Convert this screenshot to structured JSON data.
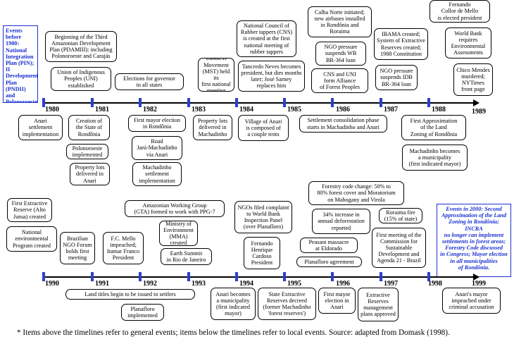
{
  "legend_boxes": {
    "before1980": "Events\nbefore\n1980:\nNational\nIntegration\nPlan (PIN); II\nDevelopment\nPlan (PNDII)\nand\nPolonoroeste",
    "in2000": "Events in 2000:  Second\nApproximation of the Land\nZoning in Rondônia;  INCRA\nno longer can implement\nsettlements in forest areas;\nForestry Code discussed\nin Congress; Mayor election\nin all municipalities\nof Rondônia."
  },
  "timeline1": {
    "years": [
      "1980",
      "1981",
      "1982",
      "1983",
      "1984",
      "1985",
      "1986",
      "1987",
      "1988",
      "1989"
    ],
    "above": [
      "Beginning of the Third\nAmazonian Development\nPlan (PDAMIII): including\nPolonoroeste and Carajás",
      "Union of Indigenous\nPeoples (UNI)\nestablished",
      "Elections for governor\nin all states",
      "Landless\nMovement\n(MST) held its\nfirst national\nmeeting",
      "National Council of\nRubber tappers (CNS)\nis created at the first\nnational meeting of\nrubber tappers",
      "Tancredo Neves becomes\npresident, but dies months\nlater; José Sarney\nreplaces him",
      "Calha Norte initiated;\nnew airbases installed\nin Rondônia and\nRoraima",
      "NGO pressure\nsuspends WB\nBR-364 loan",
      "CNS and UNI\nform Alliance\nof Forest Peoples",
      "IBAMA created;\nSystem of Extractive\nReserves created;\n1988 Constitution",
      "NGO pressure\nsuspends IDB\nBR-364 loan",
      "Fernando\nCollor de Mello\nis elected president",
      "World Bank\nrequires\nEnvironmental\nAssessments",
      "Chico Mendes\nmurdered;\nNYTimes\nfront page"
    ],
    "below": [
      "Anari\nsettlement\nimplementation",
      "Creation of\nthe State of\nRondônia",
      "Polonoroeste\nimplemented",
      "Property lots\ndelivered in\nAnari",
      "First mayor election\nin Rondônia",
      "Road\nJarú-Machadinho\nvia Anari",
      "Machadinho\nsettlement\nimplementation",
      "Property lots\ndelivered in\nMachadinho",
      "Village of Anari\nis composed of\na couple tents",
      "Settlement consolidation phase\nstarts in Machadinho and Anari",
      "First Approximation\nof the Land\nZoning of Rondônia",
      "Machadinho becomes\na municipality\n(first indicated mayor)"
    ]
  },
  "timeline2": {
    "years": [
      "1990",
      "1991",
      "1992",
      "1993",
      "1994",
      "1995",
      "1996",
      "1997",
      "1998",
      "1999"
    ],
    "above": [
      "First  Extractive\nReserve (Alto\nJurua) created",
      "National\nenvironmental\nProgram created",
      "Brazilian\nNGO Forum\nholds first\nmeeting",
      "F.C. Mello\nimpeached;\nItamar Franco\nPresident",
      "Amazonian Working Group\n(GTA) formed to work with PPG-7",
      "Ministry of\nEnvironment\n(MMA) created",
      "Earth Summit\nin Rio de Janeiro",
      "NGOs filed complaint\nto World Bank\nInspection Panel\n(over Planafloro)",
      "Fernando\nHenrique\nCardoso\nPresident",
      "Forestry code change: 50% to\n80% forest cover and Moratorium\non Mahogany and Virola",
      "34% increase in\nannual deforestation\nreported",
      "Peasant massacre\nat Eldorado",
      "Planafloro agreement",
      "Roraima fire\n(15% of state)",
      "First meeting of the\nCommission for\nSustainable\nDevelopment and\nAgenda 21 - Brazil"
    ],
    "below": [
      "Land titles begin to be issued to settlers",
      "Planafloro\nimplemented",
      "Anari becomes\na municipality\n(first indicated\nmayor)",
      "State Extractive\nReserves decreed\n(former Machadinho\n'forest reserves')",
      "First mayor\nelection in\nAnari",
      "Extractive\nReserves\nmanagement\nplans approved",
      "Anari's mayor\nimpeached under\ncriminal accusation"
    ]
  },
  "footnote": "* Items above the timelines refer to general events; items below the timelines refer to local events. Source: adapted from Domask (1998).",
  "colors": {
    "accent": "#1a2fd0",
    "line": "#000000"
  }
}
